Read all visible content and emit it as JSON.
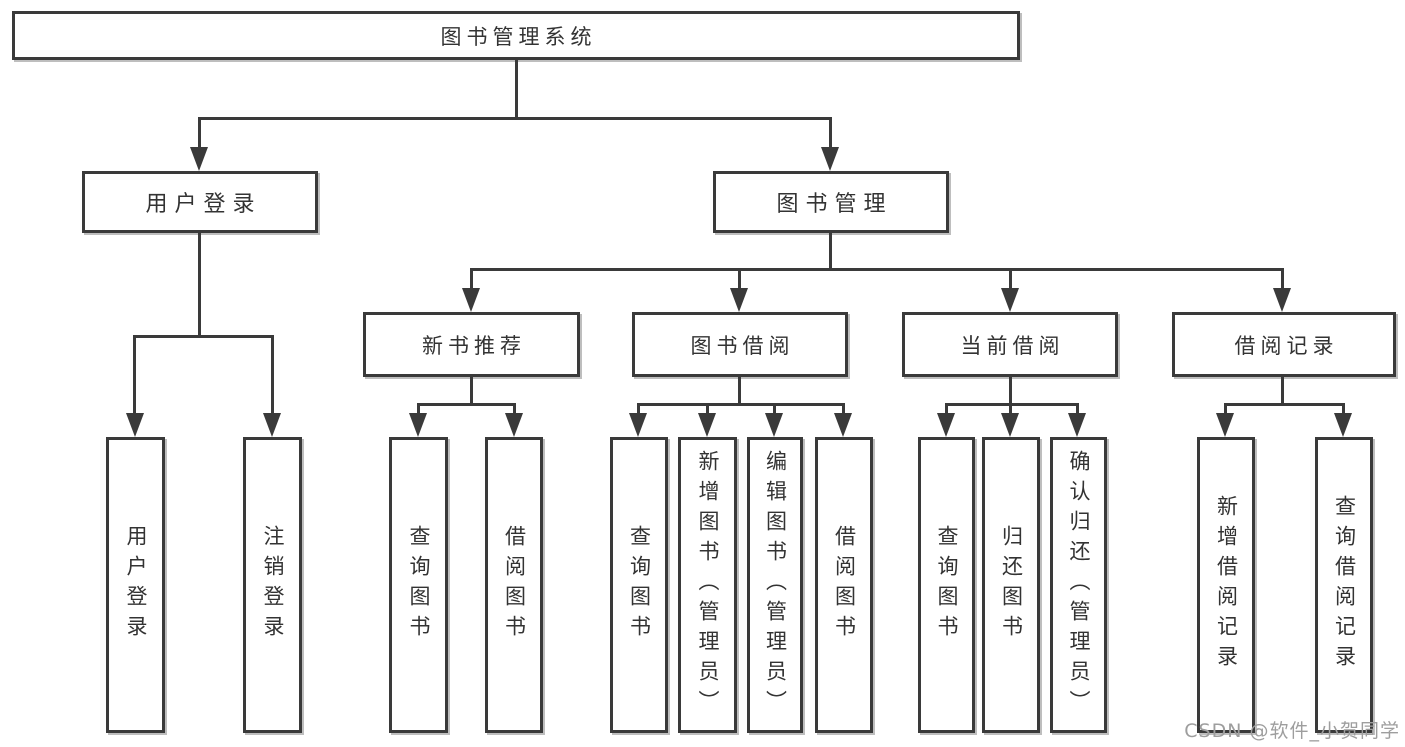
{
  "diagram": {
    "root": "图书管理系统",
    "level2": {
      "user_login": "用户登录",
      "book_mgmt": "图书管理"
    },
    "level3": {
      "new_books": "新书推荐",
      "borrow": "图书借阅",
      "current": "当前借阅",
      "records": "借阅记录"
    },
    "leaves": {
      "user_login_1": "用户登录",
      "user_login_2": "注销登录",
      "new_books_1": "查询图书",
      "new_books_2": "借阅图书",
      "borrow_1": "查询图书",
      "borrow_2": "新增图书（管理员）",
      "borrow_3": "编辑图书（管理员）",
      "borrow_4": "借阅图书",
      "current_1": "查询图书",
      "current_2": "归还图书",
      "current_3": "确认归还（管理员）",
      "records_1": "新增借阅记录",
      "records_2": "查询借阅记录"
    },
    "watermark": "CSDN @软件_小贺同学"
  },
  "colors": {
    "line": "#3a3a3a",
    "box_background": "#ffffff",
    "watermark": "#9e9e9e"
  }
}
